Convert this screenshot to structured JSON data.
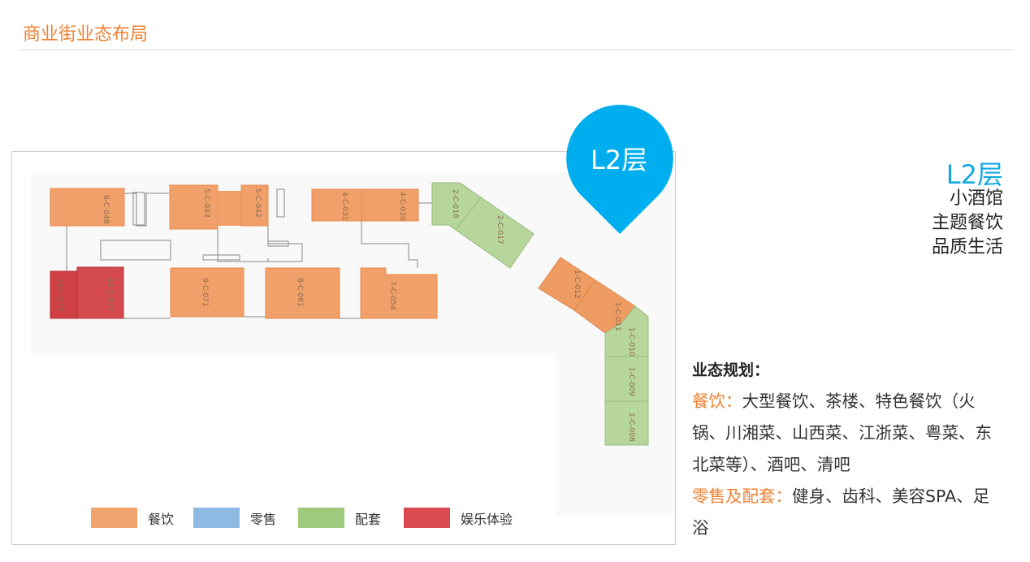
{
  "header": {
    "title": "商业街业态布局"
  },
  "pin": {
    "label": "L2层",
    "color": "#00aeef"
  },
  "floor_info": {
    "title": "L2层",
    "lines": [
      "小酒馆",
      "主题餐饮",
      "品质生活"
    ]
  },
  "units": [
    {
      "id": "6-C-048",
      "category": "餐饮"
    },
    {
      "id": "5-C-043",
      "category": "餐饮"
    },
    {
      "id": "5-C-042",
      "category": "餐饮"
    },
    {
      "id": "4-C-031",
      "category": "餐饮"
    },
    {
      "id": "4-C-030",
      "category": "餐饮"
    },
    {
      "id": "10-C-078",
      "category": "娱乐体验"
    },
    {
      "id": "10-C-077",
      "category": "娱乐体验"
    },
    {
      "id": "9-C-071",
      "category": "餐饮"
    },
    {
      "id": "8-C-061",
      "category": "餐饮"
    },
    {
      "id": "7-C-054",
      "category": "餐饮"
    },
    {
      "id": "2-C-018",
      "category": "配套"
    },
    {
      "id": "2-C-017",
      "category": "配套"
    },
    {
      "id": "1-C-012",
      "category": "餐饮"
    },
    {
      "id": "1-C-011",
      "category": "餐饮"
    },
    {
      "id": "1-C-010",
      "category": "配套"
    },
    {
      "id": "1-C-009",
      "category": "配套"
    },
    {
      "id": "1-C-008",
      "category": "配套"
    }
  ],
  "legend": [
    {
      "label": "餐饮",
      "color": "#f2a46e"
    },
    {
      "label": "零售",
      "color": "#8db9e2"
    },
    {
      "label": "配套",
      "color": "#9dca7c"
    },
    {
      "label": "娱乐体验",
      "color": "#d94b4f"
    }
  ],
  "planning": {
    "heading": "业态规划：",
    "dining_label": "餐饮：",
    "dining_text": "大型餐饮、茶楼、特色餐饮（火锅、川湘菜、山西菜、江浙菜、粤菜、东北菜等）、酒吧、清吧",
    "retail_label": "零售及配套：",
    "retail_text": "健身、齿科、美容SPA、足浴"
  }
}
